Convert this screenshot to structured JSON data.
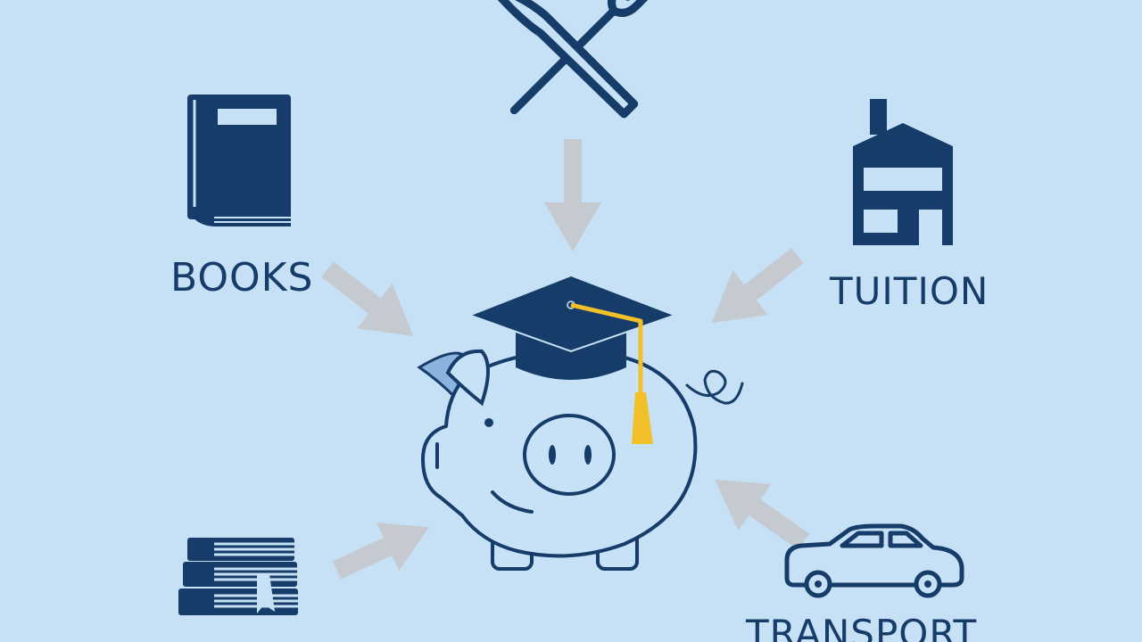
{
  "labels": {
    "books": "BOOKS",
    "tuition": "TUITION",
    "transport": "TRANSPORT"
  },
  "icons": {
    "top": "fork-and-knife-icon",
    "top_left": "book-icon",
    "top_right": "house-icon",
    "bottom_left": "book-stack-icon",
    "bottom_right": "car-icon",
    "center": "piggy-bank-with-graduation-cap-icon",
    "arrows": "arrow-icon"
  },
  "colors": {
    "background": "#c6e1f6",
    "navy": "#163c6a",
    "piggy_fill": "#c7e2f7",
    "piggy_ear": "#8ab3dd",
    "tassel": "#f2c12a",
    "arrow": "#c5cad0"
  }
}
